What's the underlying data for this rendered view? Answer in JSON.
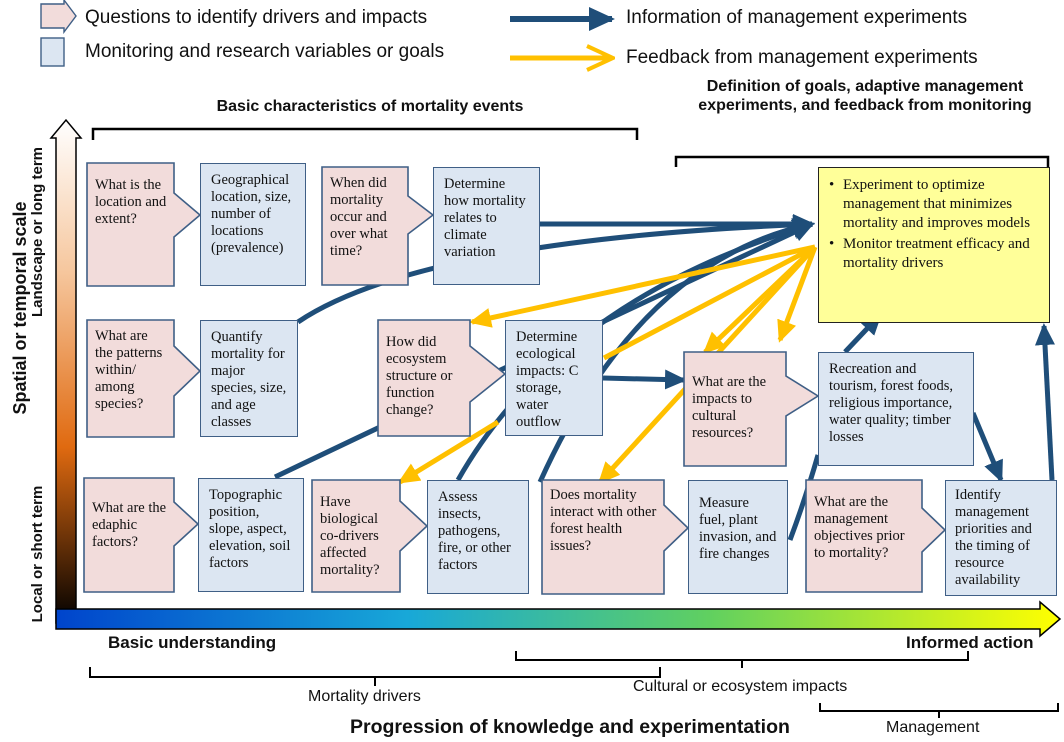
{
  "legend": {
    "questions": "Questions to identify drivers and impacts",
    "monitoring": "Monitoring and research variables or goals",
    "information": "Information of management experiments",
    "feedback": "Feedback from management experiments"
  },
  "headers": {
    "basic_characteristics": "Basic characteristics of mortality events",
    "definition_goals": "Definition of goals, adaptive management experiments, and feedback from monitoring"
  },
  "y_axis": {
    "title": "Spatial or temporal scale",
    "top": "Landscape or long term",
    "bottom": "Local or short term"
  },
  "x_axis": {
    "left": "Basic understanding",
    "right": "Informed action",
    "title": "Progression of knowledge and experimentation",
    "groups": [
      "Mortality drivers",
      "Cultural or ecosystem impacts",
      "Management"
    ]
  },
  "boxes": {
    "q_location": "What is the location and extent?",
    "m_geographical": "Geographical location, size, number of locations (prevalence)",
    "q_when": "When did mortality occur and over what time?",
    "m_climate": "Determine how mortality relates to climate variation",
    "q_patterns": "What are the patterns within/ among species?",
    "m_quantify": "Quantify mortality for major species, size, and age classes",
    "q_ecosystem": "How did ecosystem structure or function change?",
    "m_ecological": "Determine ecological impacts: C storage, water outflow",
    "q_cultural": "What are the impacts to cultural resources?",
    "m_recreation": "Recreation and tourism, forest foods, religious importance, water quality; timber losses",
    "q_edaphic": "What are the edaphic factors?",
    "m_topographic": "Topographic position, slope, aspect, elevation, soil factors",
    "q_biological": "Have biological co-drivers affected mortality?",
    "m_assess": "Assess insects, pathogens, fire, or other factors",
    "q_interact": "Does mortality interact with other forest health issues?",
    "m_fuel": "Measure fuel, plant invasion, and fire changes",
    "q_management": "What are the management objectives prior to mortality?",
    "m_priorities": "Identify management priorities and the timing of resource availability"
  },
  "experiment_box": {
    "item1": "Experiment to optimize management that minimizes mortality and improves models",
    "item2": "Monitor treatment efficacy and mortality drivers"
  },
  "colors": {
    "navy_arrow": "#1f4e79",
    "feedback_arrow": "#ffc000",
    "question_fill": "#f2dcdb",
    "monitor_fill": "#dce6f2",
    "experiment_fill": "#ffff99"
  }
}
